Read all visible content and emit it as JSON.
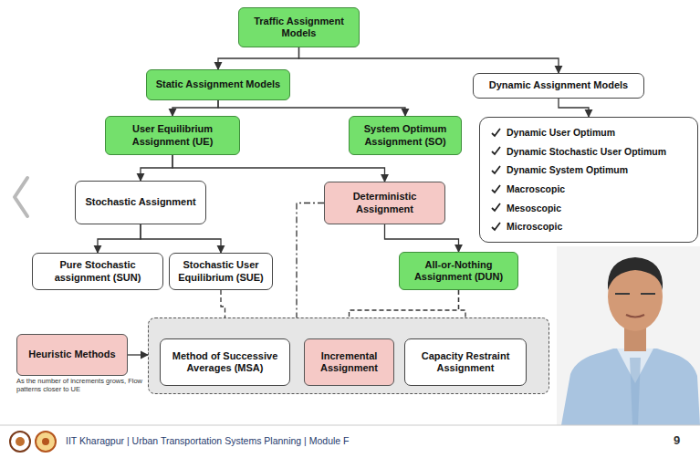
{
  "diagram": {
    "nodes": [
      {
        "text": [
          "Traffic Assignment Models"
        ]
      },
      {
        "text": [
          "Static Assignment Models"
        ]
      },
      {
        "text": [
          "Dynamic Assignment Models"
        ]
      },
      {
        "text": [
          "Dynamic User Optimum",
          "Dynamic Stochastic User Optimum",
          "Dynamic System Optimum",
          "Macroscopic",
          "Mesoscopic",
          "Microscopic"
        ]
      },
      {
        "text": [
          "User Equilibrium Assignment (UE)"
        ]
      },
      {
        "text": [
          "System Optimum Assignment (SO)"
        ]
      },
      {
        "text": [
          "Stochastic Assignment"
        ]
      },
      {
        "text": [
          "Deterministic Assignment"
        ]
      },
      {
        "text": [
          "Pure Stochastic assignment (SUN)"
        ]
      },
      {
        "text": [
          "Stochastic User Equilibrium (SUE)"
        ]
      },
      {
        "text": [
          "All-or-Nothing Assignment (DUN)"
        ]
      },
      {
        "text": [
          "Heuristic Methods"
        ]
      },
      {
        "text": []
      },
      {
        "text": [
          "Method of Successive Averages (MSA)"
        ],
        "in": 12
      },
      {
        "text": [
          "Incremental Assignment"
        ],
        "in": 12
      },
      {
        "text": [
          "Capacity Restraint Assignment"
        ],
        "in": 12
      }
    ],
    "edges": [
      {
        "from": 0,
        "to": 1,
        "arrow": "to"
      },
      {
        "from": 0,
        "to": 2,
        "arrow": "to"
      },
      {
        "from": 2,
        "to": 3,
        "arrow": "to"
      },
      {
        "from": 1,
        "to": 4,
        "arrow": "to"
      },
      {
        "from": 1,
        "to": 5,
        "arrow": "to"
      },
      {
        "from": 4,
        "to": 6,
        "arrow": "to"
      },
      {
        "from": 4,
        "to": 7,
        "arrow": "to"
      },
      {
        "from": 6,
        "to": 8,
        "arrow": "to"
      },
      {
        "from": 6,
        "to": 9,
        "arrow": "to"
      },
      {
        "from": 7,
        "to": 10,
        "arrow": "to"
      },
      {
        "from": 9,
        "to": 13,
        "arrow": "to"
      },
      {
        "from": 7,
        "to": 13,
        "arrow": "to"
      },
      {
        "from": 10,
        "to": 14,
        "arrow": "to"
      },
      {
        "from": 10,
        "to": 15,
        "arrow": "to"
      },
      {
        "from": 11,
        "to": 12,
        "arrow": "to"
      }
    ],
    "labels": [
      "As the number of increments grows, Flow patterns closer to UE",
      "IIT Kharagpur | Urban Transportation Systems Planning | Module F",
      "9"
    ]
  }
}
